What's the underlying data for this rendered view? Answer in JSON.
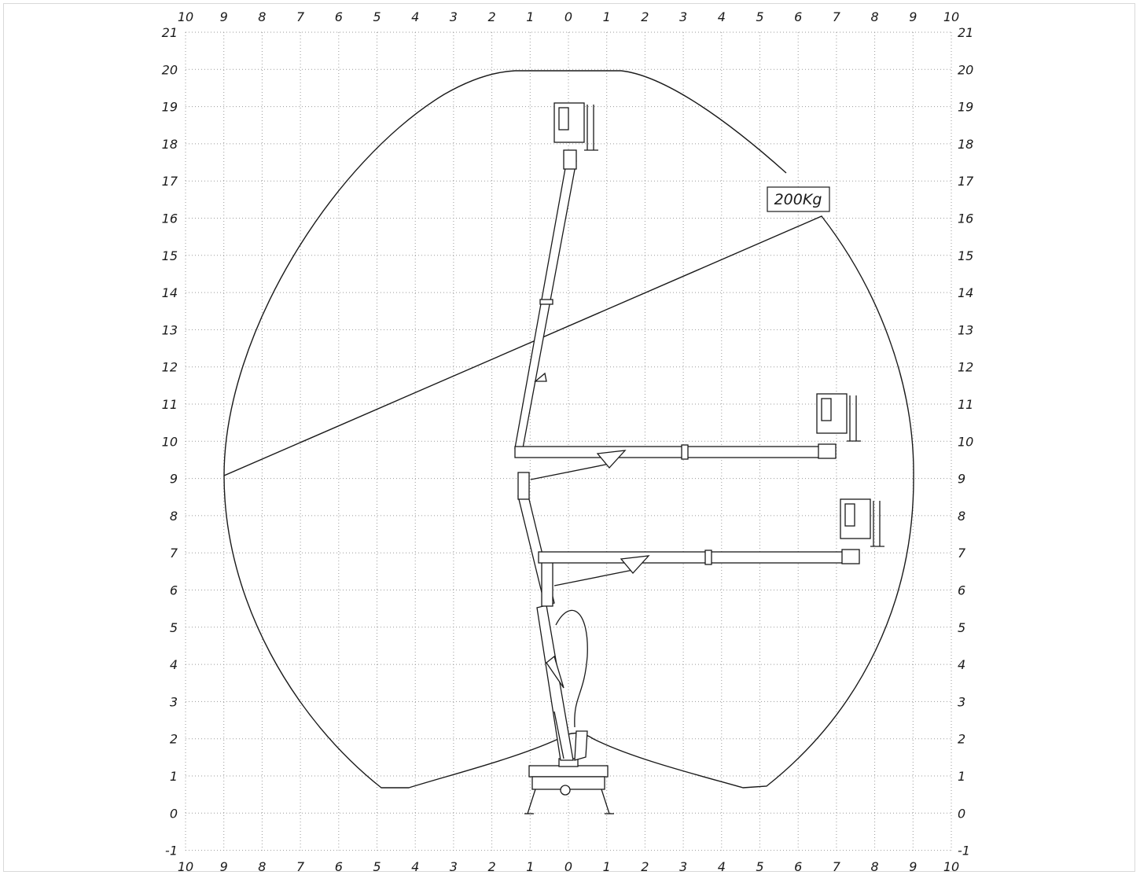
{
  "diagram": {
    "x_ticks": [
      "10",
      "9",
      "8",
      "7",
      "6",
      "5",
      "4",
      "3",
      "2",
      "1",
      "0",
      "1",
      "2",
      "3",
      "4",
      "5",
      "6",
      "7",
      "8",
      "9",
      "10"
    ],
    "y_ticks": [
      "21",
      "20",
      "19",
      "18",
      "17",
      "16",
      "15",
      "14",
      "13",
      "12",
      "11",
      "10",
      "9",
      "8",
      "7",
      "6",
      "5",
      "4",
      "3",
      "2",
      "1",
      "0",
      "-1"
    ],
    "load_label": "200Kg",
    "grid": true,
    "colors": {
      "line": "#1a1a1a",
      "grid": "#9a9a9a",
      "background": "#ffffff"
    }
  }
}
